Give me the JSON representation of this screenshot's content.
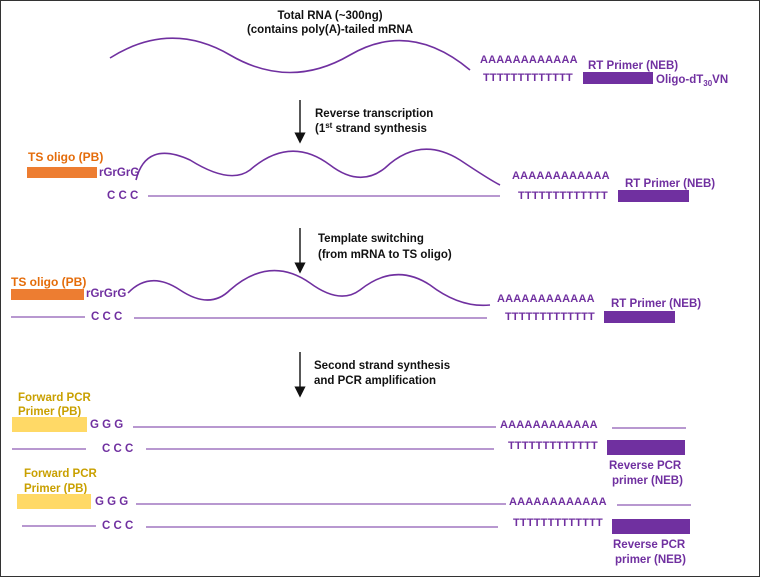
{
  "title_line1": "Total RNA (~300ng)",
  "title_line2": "(contains poly(A)-tailed mRNA",
  "polyA": "AAAAAAAAAAAA",
  "polyT": "TTTTTTTTTTTTT",
  "rt_primer": "RT Primer (NEB)",
  "oligo_dt": "Oligo-dT",
  "oligo_dt_sub": "30",
  "oligo_dt_suffix": "VN",
  "step1_line1": "Reverse transcription",
  "step1_line2_pre": "(1",
  "step1_line2_sup": "st",
  "step1_line2_post": " strand synthesis",
  "ts_oligo": "TS oligo (PB)",
  "rgrgrg": "rGrGrG",
  "ccc": "C C C",
  "ggg": "G G G",
  "step2_line1": "Template switching",
  "step2_line2": "(from mRNA to TS oligo)",
  "step3_line1": "Second strand synthesis",
  "step3_line2": "and PCR amplification",
  "fwd_primer_line1": "Forward PCR",
  "fwd_primer_line2": "Primer (PB)",
  "rev_primer_line1": "Reverse PCR",
  "rev_primer_line2": "primer (NEB)",
  "colors": {
    "purple": "#7030a0",
    "orange": "#e46c0a",
    "gold": "#ffd966",
    "gold_text": "#c9a000",
    "black": "#111111"
  }
}
